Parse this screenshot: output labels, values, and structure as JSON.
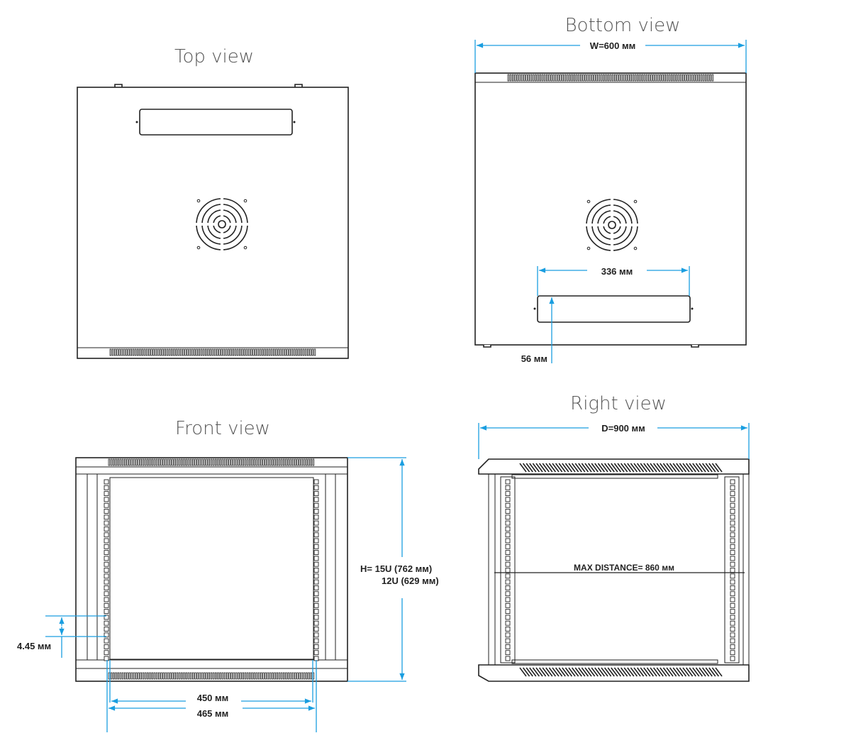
{
  "titles": {
    "top": "Top view",
    "bottom": "Bottom view",
    "front": "Front view",
    "right": "Right view"
  },
  "dimensions": {
    "width": "W=600 мм",
    "handle_width": "336 мм",
    "handle_offset": "56 мм",
    "height_15u": "H= 15U (762 мм)",
    "height_12u": "12U (629 мм)",
    "unit_pitch": "4.45 мм",
    "rail_inner": "450 мм",
    "rail_outer": "465 мм",
    "depth": "D=900 мм",
    "max_distance": "MAX DISTANCE= 860 мм"
  },
  "colors": {
    "dimension": "#1a9ee0",
    "outline": "#222222"
  }
}
